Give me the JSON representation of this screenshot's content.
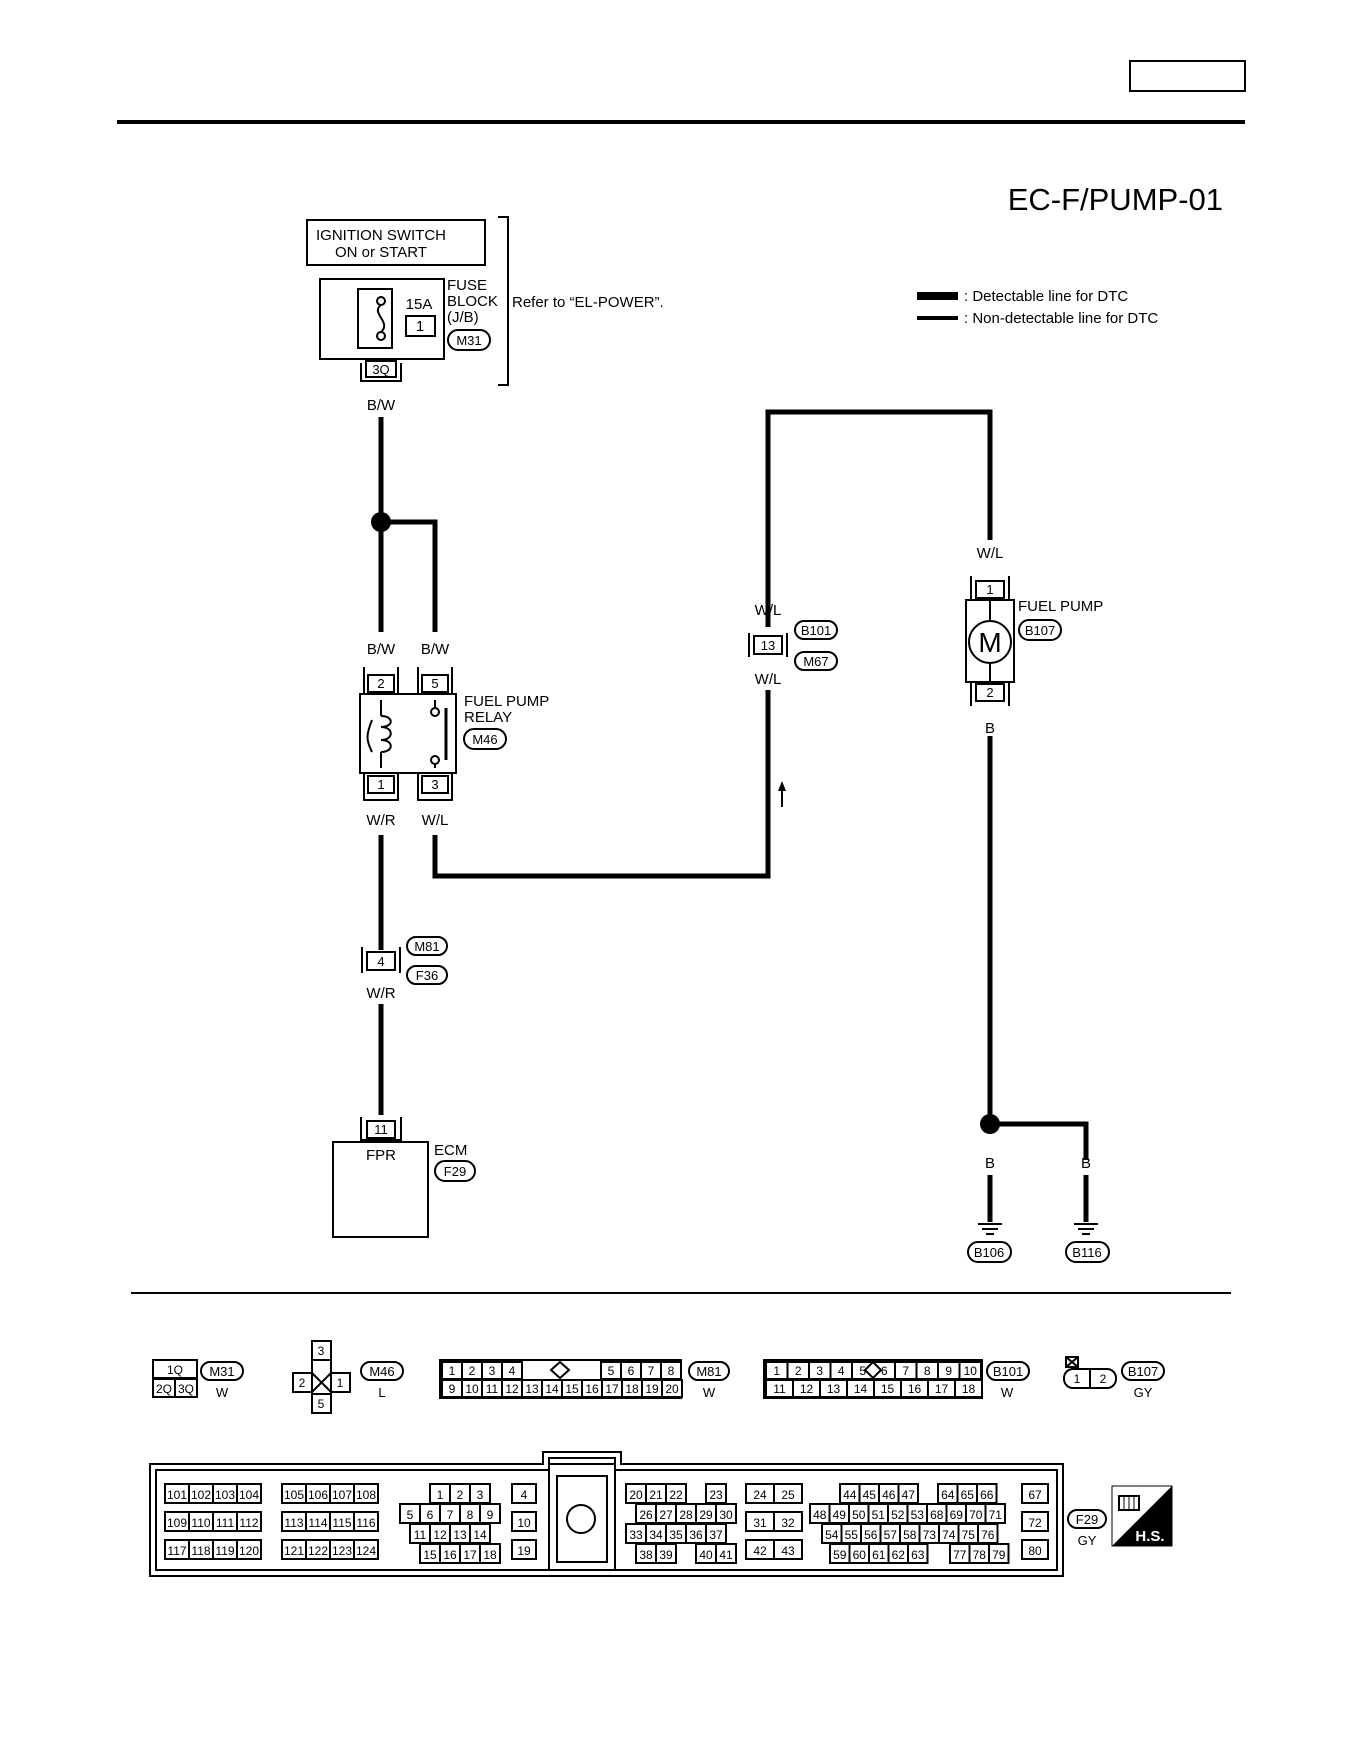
{
  "header": {
    "diagram_id": "EC-F/PUMP-01",
    "page_box": ""
  },
  "legend": {
    "detectable": ": Detectable line for DTC",
    "non_detectable": ": Non-detectable line for DTC"
  },
  "ignition": {
    "line1": "IGNITION SWITCH",
    "line2": "ON or START"
  },
  "fuse": {
    "rating": "15A",
    "number": "1",
    "label1": "FUSE",
    "label2": "BLOCK",
    "label3": "(J/B)",
    "connector": "M31",
    "terminal": "3Q",
    "refer": "Refer to “EL-POWER”."
  },
  "wires": {
    "bw": "B/W",
    "wr": "W/R",
    "wl": "W/L",
    "b": "B"
  },
  "relay": {
    "label1": "FUEL PUMP",
    "label2": "RELAY",
    "connector": "M46",
    "pins": [
      "2",
      "5",
      "1",
      "3"
    ]
  },
  "junction_b101": {
    "terminal": "13",
    "conn_top": "B101",
    "conn_bottom": "M67"
  },
  "junction_m81": {
    "terminal": "4",
    "conn_top": "M81",
    "conn_bottom": "F36"
  },
  "fuel_pump": {
    "label": "FUEL PUMP",
    "connector": "B107",
    "motor": "M",
    "pins": [
      "1",
      "2"
    ]
  },
  "ecm": {
    "label": "ECM",
    "connector": "F29",
    "terminal": "11",
    "signal": "FPR"
  },
  "grounds": [
    "B106",
    "B116"
  ],
  "connector_views": {
    "m31": {
      "id": "M31",
      "color": "W",
      "cells": [
        "1Q",
        "2Q",
        "3Q"
      ]
    },
    "m46": {
      "id": "M46",
      "color": "L",
      "cells": [
        "3",
        "2",
        "1",
        "5"
      ]
    },
    "m81": {
      "id": "M81",
      "color": "W",
      "row1": [
        "1",
        "2",
        "3",
        "4",
        "5",
        "6",
        "7",
        "8"
      ],
      "row2": [
        "9",
        "10",
        "11",
        "12",
        "13",
        "14",
        "15",
        "16",
        "17",
        "18",
        "19",
        "20"
      ]
    },
    "b101": {
      "id": "B101",
      "color": "W",
      "row1": [
        "1",
        "2",
        "3",
        "4",
        "5",
        "6",
        "7",
        "8",
        "9",
        "10"
      ],
      "row2": [
        "11",
        "12",
        "13",
        "14",
        "15",
        "16",
        "17",
        "18"
      ]
    },
    "b107": {
      "id": "B107",
      "color": "GY",
      "cells": [
        "1",
        "2"
      ]
    },
    "f29": {
      "id": "F29",
      "color": "GY",
      "badge": "H.S.",
      "g1": [
        [
          "101",
          "102",
          "103",
          "104"
        ],
        [
          "109",
          "110",
          "111",
          "112"
        ],
        [
          "117",
          "118",
          "119",
          "120"
        ]
      ],
      "g2": [
        [
          "105",
          "106",
          "107",
          "108"
        ],
        [
          "113",
          "114",
          "115",
          "116"
        ],
        [
          "121",
          "122",
          "123",
          "124"
        ]
      ],
      "g3": [
        [
          "1",
          "2",
          "3"
        ],
        [
          "5",
          "6",
          "7",
          "8",
          "9"
        ],
        [
          "11",
          "12",
          "13",
          "14"
        ],
        [
          "15",
          "16",
          "17",
          "18"
        ]
      ],
      "g4": [
        "4",
        "10",
        "19"
      ],
      "g5": [
        [
          "20",
          "21",
          "22",
          "23"
        ],
        [
          "26",
          "27",
          "28",
          "29",
          "30"
        ],
        [
          "33",
          "34",
          "35",
          "36",
          "37"
        ],
        [
          "38",
          "39",
          "40",
          "41"
        ]
      ],
      "g6": [
        [
          "24",
          "25"
        ],
        [
          "31",
          "32"
        ],
        [
          "42",
          "43"
        ]
      ],
      "g7": [
        [
          "44",
          "45",
          "46",
          "47",
          "64",
          "65",
          "66"
        ],
        [
          "48",
          "49",
          "50",
          "51",
          "52",
          "53",
          "68",
          "69",
          "70",
          "71"
        ],
        [
          "54",
          "55",
          "56",
          "57",
          "58",
          "73",
          "74",
          "75",
          "76"
        ],
        [
          "59",
          "60",
          "61",
          "62",
          "63",
          "77",
          "78",
          "79"
        ]
      ],
      "g8": [
        "67",
        "72",
        "80"
      ]
    }
  }
}
